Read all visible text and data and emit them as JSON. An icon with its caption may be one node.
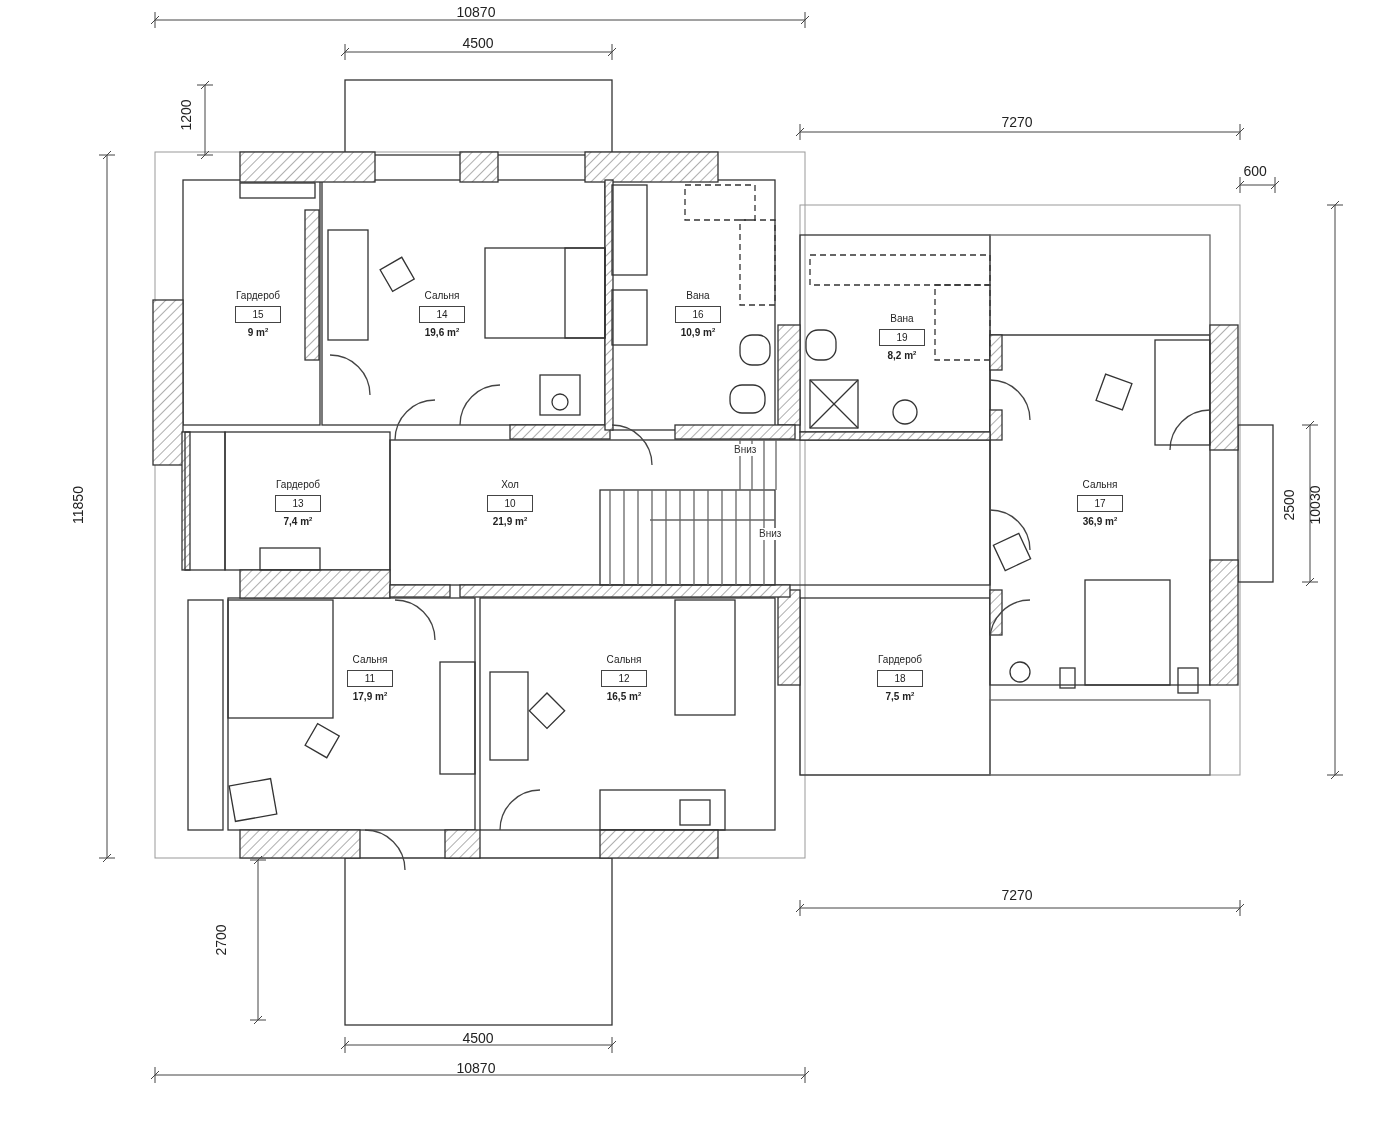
{
  "diagram": {
    "nodes": [
      {
        "text": [
          "Гардероб",
          "15",
          "9 m$^{2}$"
        ]
      },
      {
        "text": [
          "Сальня",
          "14",
          "19,6 m$^{2}$"
        ]
      },
      {
        "text": [
          "Вана",
          "16",
          "10,9 m$^{2}$"
        ]
      },
      {
        "text": [
          "Вана",
          "19",
          "8,2 m$^{2}$"
        ]
      },
      {
        "text": [
          "Гардероб",
          "13",
          "7,4 m$^{2}$"
        ]
      },
      {
        "text": [
          "Хол",
          "10",
          "21,9 m$^{2}$"
        ]
      },
      {
        "text": [
          "Сальня",
          "17",
          "36,9 m$^{2}$"
        ]
      },
      {
        "text": [
          "Сальня",
          "11",
          "17,9 m$^{2}$"
        ]
      },
      {
        "text": [
          "Сальня",
          "12",
          "16,5 m$^{2}$"
        ]
      },
      {
        "text": [
          "Гардероб",
          "18",
          "7,5 m$^{2}$"
        ]
      }
    ],
    "labels": [
      "10870",
      "4500",
      "1200",
      "7270",
      "600",
      "11850",
      "10030",
      "2500",
      "Вниз",
      "Вниз",
      "7270",
      "2700",
      "4500",
      "10870"
    ]
  }
}
